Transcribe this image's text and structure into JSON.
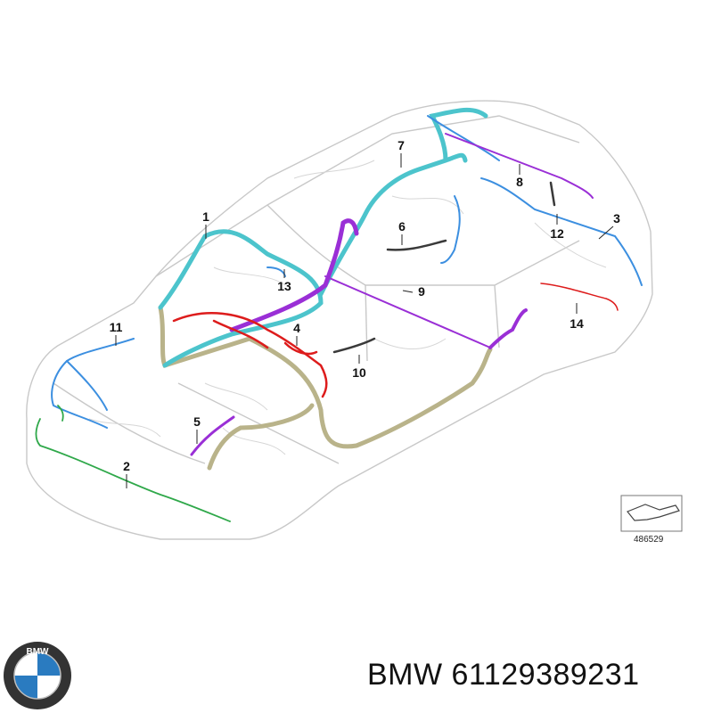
{
  "diagram": {
    "callouts": [
      {
        "id": "1",
        "label": "1"
      },
      {
        "id": "2",
        "label": "2"
      },
      {
        "id": "3",
        "label": "3"
      },
      {
        "id": "4",
        "label": "4"
      },
      {
        "id": "5",
        "label": "5"
      },
      {
        "id": "6",
        "label": "6"
      },
      {
        "id": "7",
        "label": "7"
      },
      {
        "id": "8",
        "label": "8"
      },
      {
        "id": "9",
        "label": "9"
      },
      {
        "id": "10",
        "label": "10"
      },
      {
        "id": "11",
        "label": "11"
      },
      {
        "id": "12",
        "label": "12"
      },
      {
        "id": "13",
        "label": "13"
      },
      {
        "id": "14",
        "label": "14"
      }
    ],
    "reference_number": "486529"
  },
  "logo": {
    "text": "BMW",
    "icon": "bmw-roundel-icon"
  },
  "caption": {
    "brand": "BMW",
    "part_number": "61129389231"
  },
  "colors": {
    "cyan": "#4cc4cc",
    "blue": "#3c8fe0",
    "purple": "#9a2fd6",
    "red": "#dd1c1c",
    "green": "#2fa84a",
    "olive": "#b9b38a",
    "dark": "#3a3a3a"
  }
}
